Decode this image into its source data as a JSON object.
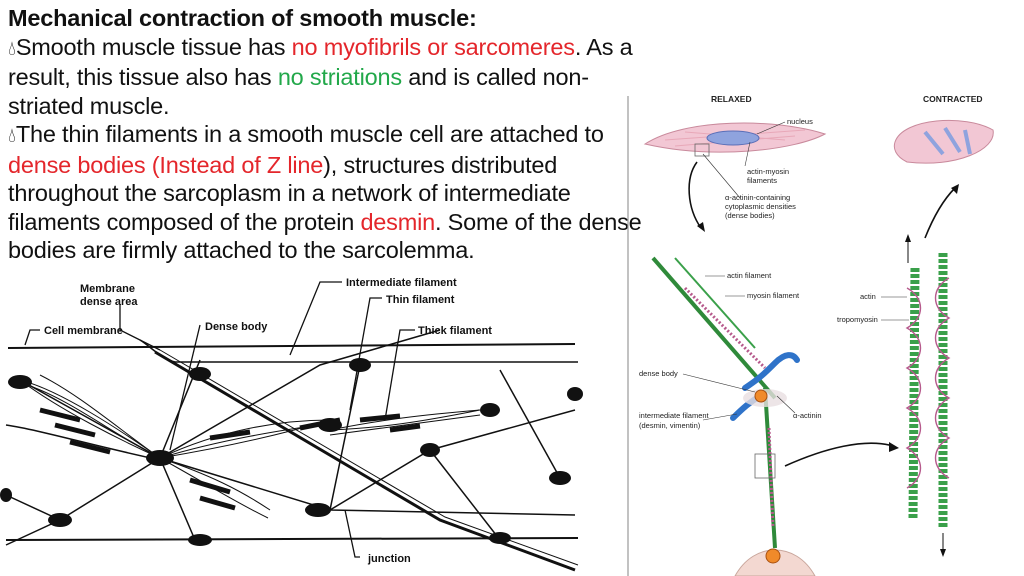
{
  "slide": {
    "title": "Mechanical contraction of smooth muscle:",
    "bullet_icon": "water-drop",
    "colors": {
      "red": "#e4262b",
      "green": "#22a84a",
      "text": "#111111"
    },
    "p1": {
      "a": "Smooth muscle tissue has ",
      "b": "no myofibrils or sarcomeres",
      "c": ". As a result, this tissue also has ",
      "d": "no striations",
      "e": " and is called non-striated muscle."
    },
    "p2": {
      "a": "The thin filaments in a smooth muscle cell are attached to ",
      "b": "dense bodies (Instead of Z line",
      "c": "), structures distributed throughout the sarcoplasm in a network of intermediate filaments composed of the protein ",
      "d": "desmin",
      "e": ". Some of the dense bodies are firmly attached to the sarcolemma."
    }
  },
  "left_diagram": {
    "labels": {
      "membrane_dense_area": "Membrane\ndense area",
      "cell_membrane": "Cell membrane",
      "dense_body": "Dense body",
      "intermediate_filament": "Intermediate filament",
      "thin_filament": "Thin filament",
      "thick_filament": "Thick filament",
      "junction": "junction"
    }
  },
  "right_diagram": {
    "labels": {
      "relaxed": "RELAXED",
      "contracted": "CONTRACTED",
      "nucleus": "nucleus",
      "actin_myosin": "actin-myosin\nfilaments",
      "alpha_actinin_cyto": "α-actinin-containing\ncytoplasmic densities\n(dense bodies)",
      "actin_filament": "actin filament",
      "myosin_filament": "myosin filament",
      "dense_body": "dense body",
      "alpha_actinin": "α-actinin",
      "intermediate_filament": "intermediate filament\n(desmin, vimentin)",
      "actin": "actin",
      "tropomyosin": "tropomyosin"
    }
  }
}
